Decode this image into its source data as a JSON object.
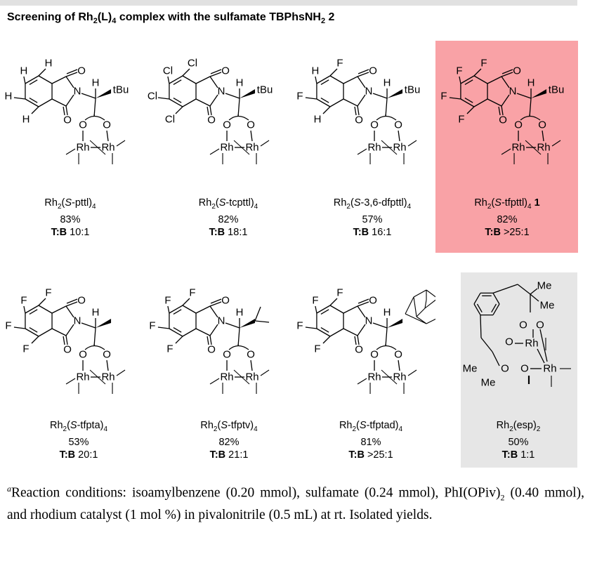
{
  "title": {
    "pre": "Screening of Rh",
    "sub1": "2",
    "mid": "(L)",
    "sub2": "4",
    "post": " complex with the sulfamate TBPhsNH",
    "sub3": "2",
    "end": " 2"
  },
  "catalysts": [
    {
      "id": "pttl",
      "subs": [
        "H",
        "H",
        "H",
        "H"
      ],
      "group": "tBu",
      "name_pre": "Rh",
      "name_sub1": "2",
      "name_mid1": "(",
      "name_it": "S",
      "name_mid2": "-pttl)",
      "name_sub2": "4",
      "name_bold": "",
      "yield": "83%",
      "tb_label": "T:B",
      "tb_value": " 10:1"
    },
    {
      "id": "tcpttl",
      "subs": [
        "Cl",
        "Cl",
        "Cl",
        "Cl"
      ],
      "group": "tBu",
      "name_pre": "Rh",
      "name_sub1": "2",
      "name_mid1": "(",
      "name_it": "S",
      "name_mid2": "-tcpttl)",
      "name_sub2": "4",
      "name_bold": "",
      "yield": "82%",
      "tb_label": "T:B",
      "tb_value": " 18:1"
    },
    {
      "id": "dfpttl",
      "subs": [
        "H",
        "F",
        "F",
        "H"
      ],
      "group": "tBu",
      "name_pre": "Rh",
      "name_sub1": "2",
      "name_mid1": "(",
      "name_it": "S",
      "name_mid2": "-3,6-dfpttl)",
      "name_sub2": "4",
      "name_bold": "",
      "yield": "57%",
      "tb_label": "T:B",
      "tb_value": " 16:1"
    },
    {
      "id": "tfpttl",
      "subs": [
        "F",
        "F",
        "F",
        "F"
      ],
      "group": "tBu",
      "name_pre": "Rh",
      "name_sub1": "2",
      "name_mid1": "(",
      "name_it": "S",
      "name_mid2": "-tfpttl)",
      "name_sub2": "4",
      "name_bold": " 1",
      "yield": "82%",
      "tb_label": "T:B",
      "tb_value": " >25:1"
    },
    {
      "id": "tfpta",
      "subs": [
        "F",
        "F",
        "F",
        "F"
      ],
      "group": "methyl",
      "name_pre": "Rh",
      "name_sub1": "2",
      "name_mid1": "(",
      "name_it": "S",
      "name_mid2": "-tfpta)",
      "name_sub2": "4",
      "name_bold": "",
      "yield": "53%",
      "tb_label": "T:B",
      "tb_value": " 20:1"
    },
    {
      "id": "tfptv",
      "subs": [
        "F",
        "F",
        "F",
        "F"
      ],
      "group": "isopropyl",
      "name_pre": "Rh",
      "name_sub1": "2",
      "name_mid1": "(",
      "name_it": "S",
      "name_mid2": "-tfptv)",
      "name_sub2": "4",
      "name_bold": "",
      "yield": "82%",
      "tb_label": "T:B",
      "tb_value": " 21:1"
    },
    {
      "id": "tfptad",
      "subs": [
        "F",
        "F",
        "F",
        "F"
      ],
      "group": "adamantyl",
      "name_pre": "Rh",
      "name_sub1": "2",
      "name_mid1": "(",
      "name_it": "S",
      "name_mid2": "-tfptad)",
      "name_sub2": "4",
      "name_bold": "",
      "yield": "81%",
      "tb_label": "T:B",
      "tb_value": " >25:1"
    },
    {
      "id": "esp",
      "subs": [],
      "group": "esp",
      "name_pre": "Rh",
      "name_sub1": "2",
      "name_mid1": "(esp)",
      "name_it": "",
      "name_mid2": "",
      "name_sub2": "2",
      "name_bold": "",
      "yield": "50%",
      "tb_label": "T:B",
      "tb_value": " 1:1"
    }
  ],
  "atoms": {
    "N": "N",
    "O": "O",
    "H": "H",
    "Rh": "Rh",
    "tBu": "tBu",
    "Me": "Me"
  },
  "colors": {
    "highlight": "#f9a2a6",
    "gray_panel": "#e6e6e6"
  },
  "footnote": {
    "sup": "a",
    "p1": "Reaction conditions: isoamylbenzene (0.20 mmol), sulfamate (0.24 mmol), PhI(OPiv)",
    "sub": "2",
    "p2": " (0.40 mmol), and rhodium catalyst (1 mol %) in pivalonitrile (0.5 mL) at rt. Isolated yields."
  }
}
